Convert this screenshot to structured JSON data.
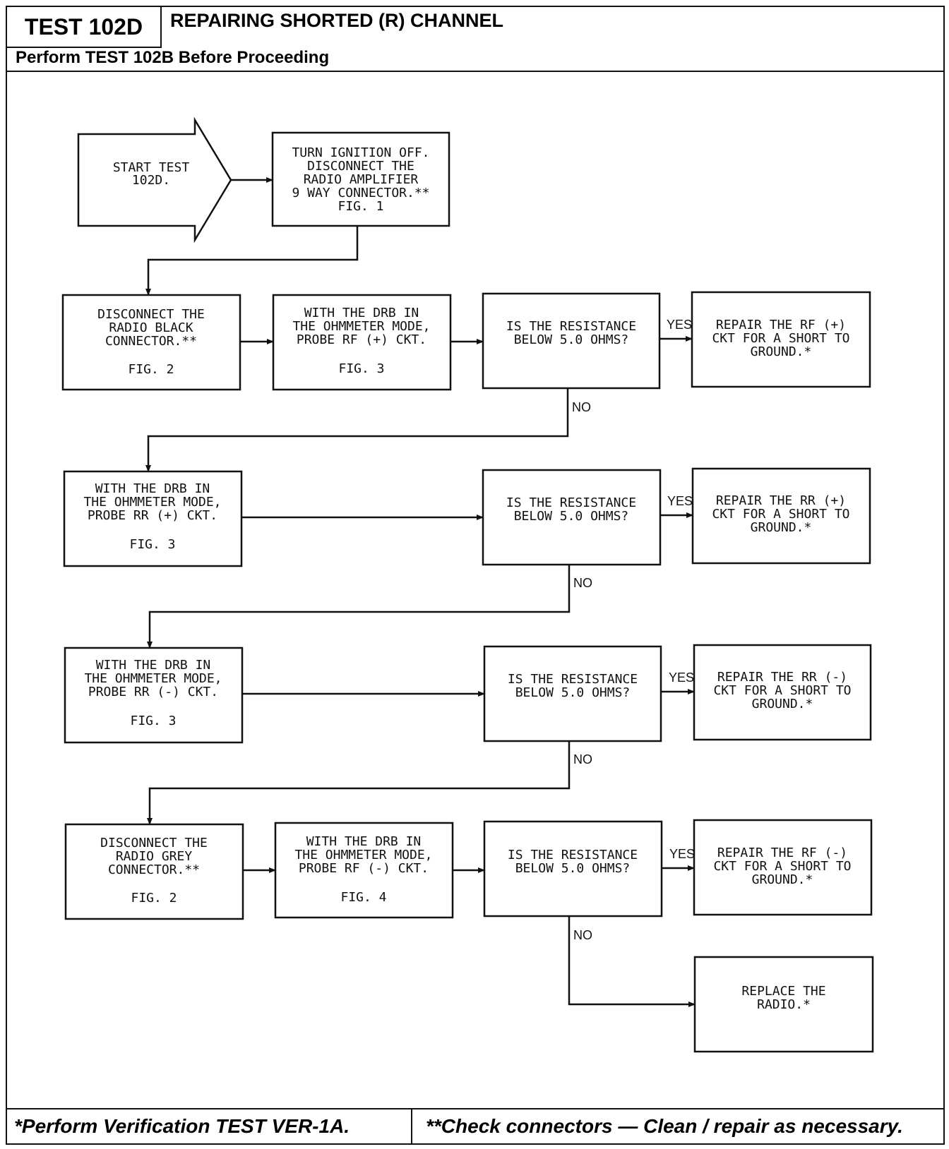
{
  "header": {
    "test_id": "TEST 102D",
    "title": "REPAIRING SHORTED (R) CHANNEL",
    "prerequisite": "Perform TEST 102B Before Proceeding"
  },
  "footer": {
    "note_single": "*Perform Verification TEST VER-1A.",
    "note_double": "**Check connectors — Clean / repair as necessary."
  },
  "flow": {
    "start": [
      "START TEST",
      "102D."
    ],
    "step1": [
      "TURN IGNITION OFF.",
      "DISCONNECT THE",
      "RADIO AMPLIFIER",
      "9 WAY CONNECTOR.**",
      "FIG. 1"
    ],
    "step2": {
      "lines": [
        "DISCONNECT THE",
        "RADIO BLACK",
        "CONNECTOR.**"
      ],
      "fig": "FIG. 2"
    },
    "step3": {
      "lines": [
        "WITH THE DRB IN",
        "THE OHMMETER MODE,",
        "PROBE RF (+) CKT."
      ],
      "fig": "FIG. 3"
    },
    "q1": [
      "IS THE RESISTANCE",
      "BELOW 5.0 OHMS?"
    ],
    "r1": [
      "REPAIR THE RF (+)",
      "CKT FOR A SHORT TO",
      "GROUND.*"
    ],
    "step4": {
      "lines": [
        "WITH THE DRB IN",
        "THE OHMMETER MODE,",
        "PROBE RR (+) CKT."
      ],
      "fig": "FIG. 3"
    },
    "q2": [
      "IS THE RESISTANCE",
      "BELOW 5.0 OHMS?"
    ],
    "r2": [
      "REPAIR THE RR (+)",
      "CKT FOR A SHORT TO",
      "GROUND.*"
    ],
    "step5": {
      "lines": [
        "WITH THE DRB IN",
        "THE OHMMETER MODE,",
        "PROBE RR (-) CKT."
      ],
      "fig": "FIG. 3"
    },
    "q3": [
      "IS THE RESISTANCE",
      "BELOW 5.0 OHMS?"
    ],
    "r3": [
      "REPAIR THE RR (-)",
      "CKT FOR A SHORT TO",
      "GROUND.*"
    ],
    "step6": {
      "lines": [
        "DISCONNECT THE",
        "RADIO GREY",
        "CONNECTOR.**"
      ],
      "fig": "FIG. 2"
    },
    "step7": {
      "lines": [
        "WITH THE DRB IN",
        "THE OHMMETER MODE,",
        "PROBE RF (-) CKT."
      ],
      "fig": "FIG. 4"
    },
    "q4": [
      "IS THE RESISTANCE",
      "BELOW 5.0 OHMS?"
    ],
    "r4": [
      "REPAIR THE RF (-)",
      "CKT FOR A SHORT TO",
      "GROUND.*"
    ],
    "final": [
      "REPLACE THE",
      "RADIO.*"
    ],
    "yes_label": "YES",
    "no_label": "NO"
  }
}
